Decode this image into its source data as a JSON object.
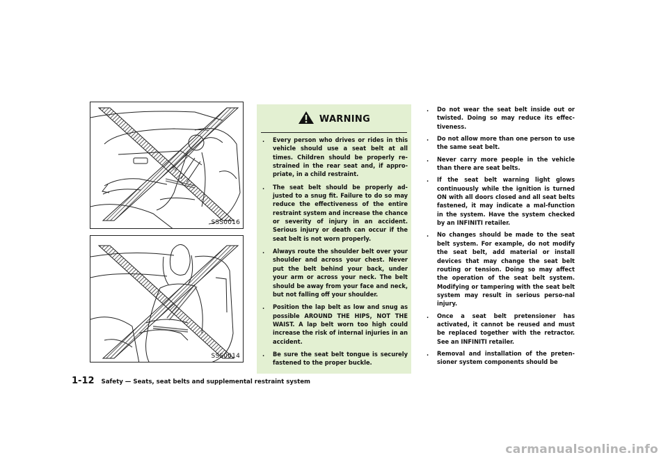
{
  "figures": [
    {
      "code": "SSS0016"
    },
    {
      "code": "SSS0014"
    }
  ],
  "warning": {
    "title": "WARNING",
    "icon": "warning-triangle-icon",
    "background": "#e3f0d2",
    "items": [
      "Every person who drives or rides in this vehicle should use a seat belt at all times. Children should be properly re-strained in the rear seat and, if appro-priate, in a child restraint.",
      "The seat belt should be properly ad-justed to a snug fit. Failure to do so may reduce the effectiveness of the entire restraint system and increase the chance or severity of injury in an accident. Serious injury or death can occur if the seat belt is not worn properly.",
      "Always route the shoulder belt over your shoulder and across your chest. Never put the belt behind your back, under your arm or across your neck. The belt should be away from your face and neck, but not falling off your shoulder.",
      "Position the lap belt as low and snug as possible AROUND THE HIPS, NOT THE WAIST. A lap belt worn too high could increase the risk of internal injuries in an accident.",
      "Be sure the seat belt tongue is securely fastened to the proper buckle."
    ]
  },
  "right_column": {
    "items": [
      "Do not wear the seat belt inside out or twisted. Doing so may reduce its effec-tiveness.",
      "Do not allow more than one person to use the same seat belt.",
      "Never carry more people in the vehicle than there are seat belts.",
      "If the seat belt warning light glows continuously while the ignition is turned ON with all doors closed and all seat belts fastened, it may indicate a mal-function in the system. Have the system checked by an INFINITI retailer.",
      "No changes should be made to the seat belt system. For example, do not modify the seat belt, add material or install devices that may change the seat belt routing or tension. Doing so may affect the operation of the seat belt system. Modifying or tampering with the seat belt system may result in serious perso-nal injury.",
      "Once a seat belt pretensioner has activated, it cannot be reused and must be replaced together with the retractor. See an INFINITI retailer.",
      "Removal and installation of the preten-sioner system components should be"
    ]
  },
  "footer": {
    "page_number": "1-12",
    "section_title": "Safety — Seats, seat belts and supplemental restraint system"
  },
  "watermark": "carmanualsonline.info"
}
